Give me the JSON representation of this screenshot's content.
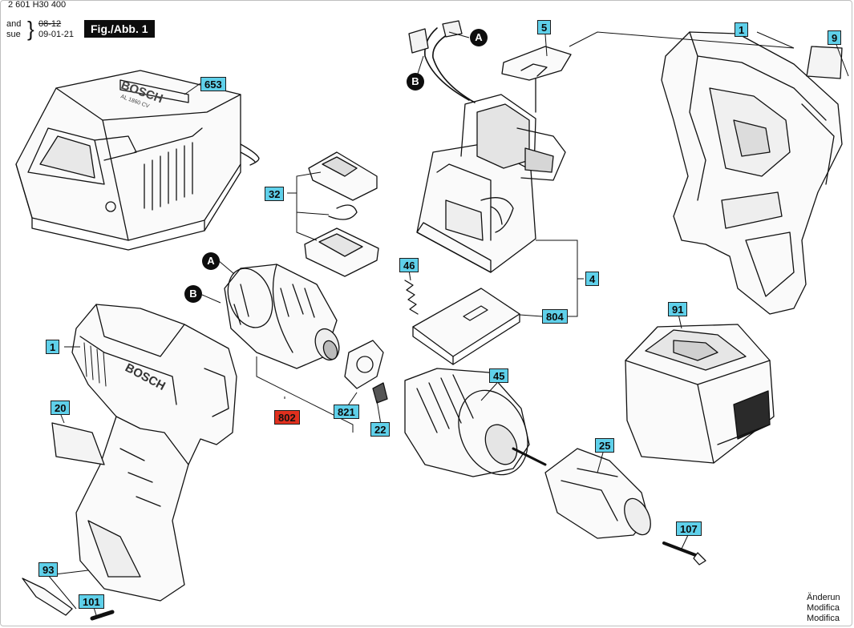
{
  "header": {
    "top_code": "2 601 H30 400",
    "stand_label": "and",
    "issue_label": "sue",
    "date_old": "08-12",
    "date_new": "09-01-21",
    "fig_label": "Fig./Abb. 1"
  },
  "part_labels": {
    "p1_top": "1",
    "p5": "5",
    "p9": "9",
    "p653": "653",
    "p32": "32",
    "p46": "46",
    "p4": "4",
    "p804": "804",
    "p91": "91",
    "p1_left": "1",
    "p20": "20",
    "p802": "802",
    "p821": "821",
    "p22": "22",
    "p45": "45",
    "p25": "25",
    "p107": "107",
    "p93": "93",
    "p101": "101"
  },
  "connectors": {
    "a_top": "A",
    "b_top": "B",
    "a_motor": "A",
    "b_motor": "B"
  },
  "brand_text": {
    "charger": "BOSCH",
    "charger_model": "AL 1860 CV",
    "housing": "BOSCH"
  },
  "corner_note": {
    "line1": "Änderun",
    "line2": "Modifica",
    "line3": "Modifica"
  },
  "colors": {
    "tag_fill": "#5fd0ea",
    "tag_highlight": "#e0301e",
    "line": "#111111"
  }
}
